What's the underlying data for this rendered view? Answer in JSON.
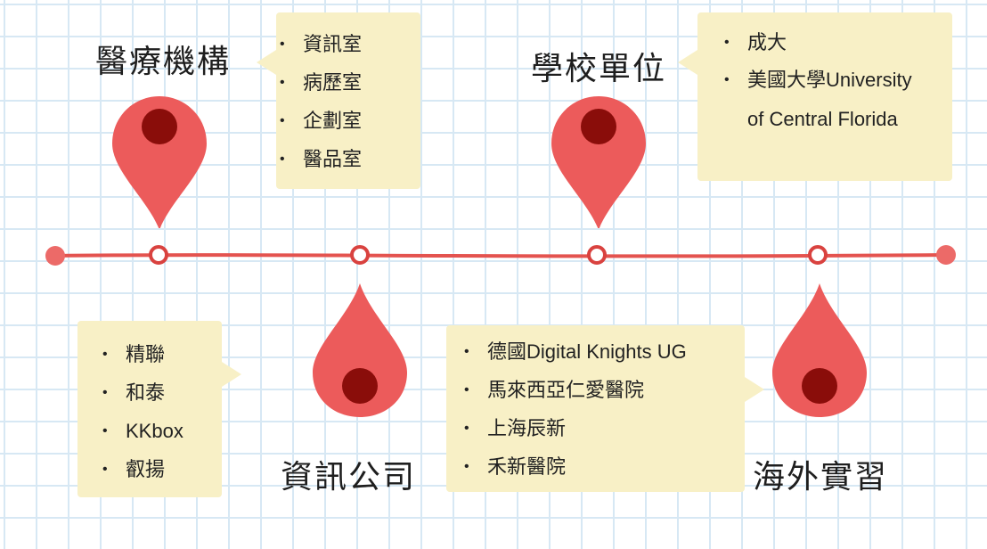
{
  "colors": {
    "marker": "#ec5b5b",
    "marker_center": "#8a0d0a",
    "line": "#e4534f",
    "note_bg": "#f8f0c6",
    "grid": "#d7e8f4"
  },
  "milestones": {
    "medical": {
      "title": "醫療機構",
      "items": [
        "資訊室",
        "病歷室",
        "企劃室",
        "醫品室"
      ]
    },
    "school": {
      "title": "學校單位",
      "items": [
        "成大",
        "美國大學University",
        "of Central Florida"
      ]
    },
    "it_company": {
      "title": "資訊公司",
      "items": [
        "精聯",
        "和泰",
        "KKbox",
        "叡揚"
      ]
    },
    "overseas": {
      "title": "海外實習",
      "items": [
        "德國Digital Knights UG",
        "馬來西亞仁愛醫院",
        "上海辰新",
        "禾新醫院"
      ]
    }
  }
}
